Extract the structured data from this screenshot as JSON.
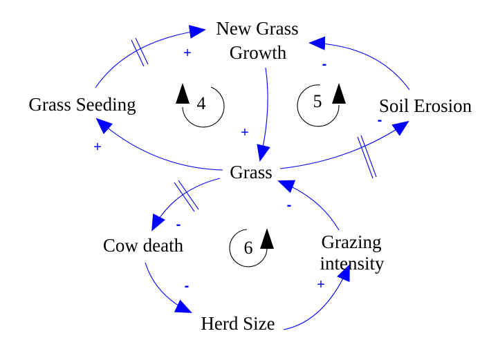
{
  "nodes": {
    "new_grass_growth": [
      "New Grass",
      "Growth"
    ],
    "grass_seeding": "Grass Seeding",
    "soil_erosion": "Soil Erosion",
    "grass": "Grass",
    "cow_death": "Cow death",
    "grazing_intensity": [
      "Grazing",
      "intensity"
    ],
    "herd_size": "Herd Size"
  },
  "links": [
    {
      "from": "Grass Seeding",
      "to": "New Grass Growth",
      "polarity": "+",
      "delay": true
    },
    {
      "from": "Soil Erosion",
      "to": "New Grass Growth",
      "polarity": "-",
      "delay": false
    },
    {
      "from": "New Grass Growth",
      "to": "Grass",
      "polarity": "+",
      "delay": false
    },
    {
      "from": "Grass",
      "to": "Grass Seeding",
      "polarity": "+",
      "delay": false
    },
    {
      "from": "Grass",
      "to": "Soil Erosion",
      "polarity": "-",
      "delay": true
    },
    {
      "from": "Grass",
      "to": "Cow death",
      "polarity": "-",
      "delay": true
    },
    {
      "from": "Grazing intensity",
      "to": "Grass",
      "polarity": "-",
      "delay": false
    },
    {
      "from": "Cow death",
      "to": "Herd Size",
      "polarity": "-",
      "delay": false
    },
    {
      "from": "Herd Size",
      "to": "Grazing intensity",
      "polarity": "+",
      "delay": false
    }
  ],
  "loops": [
    "4",
    "5",
    "6"
  ],
  "colors": {
    "link": "#0000ff",
    "text": "#000000"
  }
}
